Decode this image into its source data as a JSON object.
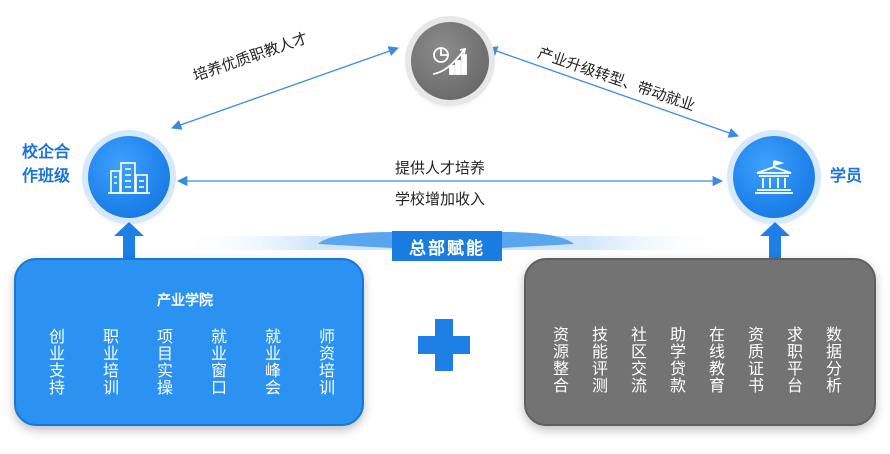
{
  "nodes": {
    "left": {
      "label": "校企合\n作班级",
      "icon": "building-icon",
      "color": "#1f82ea"
    },
    "top": {
      "icon": "growth-chart-icon",
      "color": "#6f6f6f"
    },
    "right": {
      "label": "学员",
      "icon": "institution-icon",
      "color": "#1f82ea"
    }
  },
  "edges": {
    "left_top": "培养优质职教人才",
    "top_right": "产业升级转型、带动就业",
    "left_right_upper": "提供人才培养",
    "left_right_lower": "学校增加收入"
  },
  "banner": {
    "label": "总部赋能"
  },
  "panels": {
    "left": {
      "title": "产业学院",
      "items": [
        "创业支持",
        "职业培训",
        "项目实操",
        "就业窗口",
        "就业峰会",
        "师资培训"
      ],
      "color": "#2b92f2"
    },
    "right": {
      "items": [
        "资源整合",
        "技能评测",
        "社区交流",
        "助学贷款",
        "在线教育",
        "资质证书",
        "求职平台",
        "数据分析"
      ],
      "color": "#737373"
    }
  },
  "connector": {
    "icon": "plus-icon",
    "color": "#1e7fe6"
  }
}
